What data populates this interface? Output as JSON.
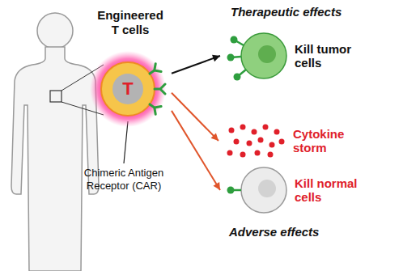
{
  "diagram": {
    "nodes": [
      {
        "text": [
          "T"
        ]
      },
      {
        "text": [
          "Kill tumor cells"
        ]
      },
      {
        "text": [
          "Cytokine storm"
        ]
      },
      {
        "text": [
          "Kill normal cells"
        ]
      }
    ],
    "edges": [
      {
        "from": 0,
        "to": 1,
        "arrow": "to"
      },
      {
        "from": 0,
        "to": 2,
        "arrow": "to"
      },
      {
        "from": 0,
        "to": 3,
        "arrow": "to"
      }
    ],
    "labels": [
      "Engineered T cells",
      "Chimeric Antigen Receptor (CAR)",
      "Therapeutic effects",
      "Adverse effects"
    ]
  }
}
